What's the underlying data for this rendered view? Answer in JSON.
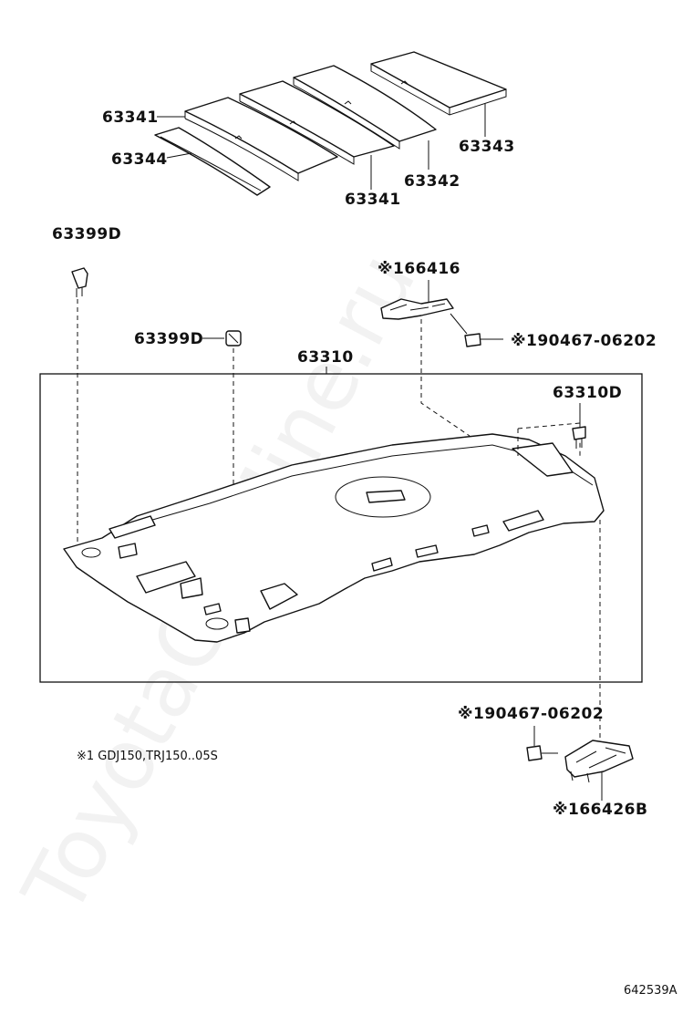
{
  "labels": {
    "p63341_a": "63341",
    "p63344": "63344",
    "p63341_b": "63341",
    "p63342": "63342",
    "p63343": "63343",
    "p63399d_a": "63399D",
    "p63399d_b": "63399D",
    "p66416": "※166416",
    "p90467_a": "※190467-06202",
    "p63310": "63310",
    "p63310d": "63310D",
    "p90467_b": "※190467-06202",
    "p66426b": "※166426B"
  },
  "footnote": "※1 GDJ150,TRJ150..05S",
  "diagram_code": "642539A",
  "watermark": "ToyotaCarMine.ru"
}
